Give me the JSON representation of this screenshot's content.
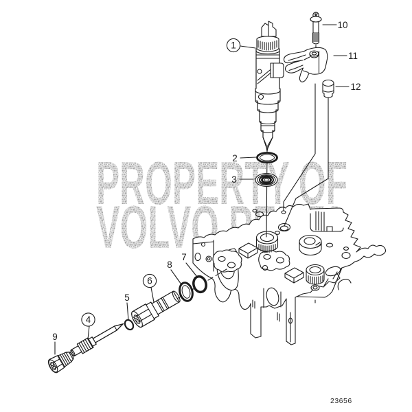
{
  "figure": {
    "background_color": "#ffffff",
    "line_color": "#1c1c1c",
    "watermark": {
      "line1": "PROPERTY OF",
      "line2": "VOLVO PENTA",
      "color": "#bdbdbd"
    },
    "part_number": "23656",
    "callouts": {
      "c1": "1",
      "c2": "2",
      "c3": "3",
      "c4": "4",
      "c5": "5",
      "c6": "6",
      "c7": "7",
      "c8": "8",
      "c9": "9",
      "c10": "10",
      "c11": "11",
      "c12": "12"
    }
  }
}
